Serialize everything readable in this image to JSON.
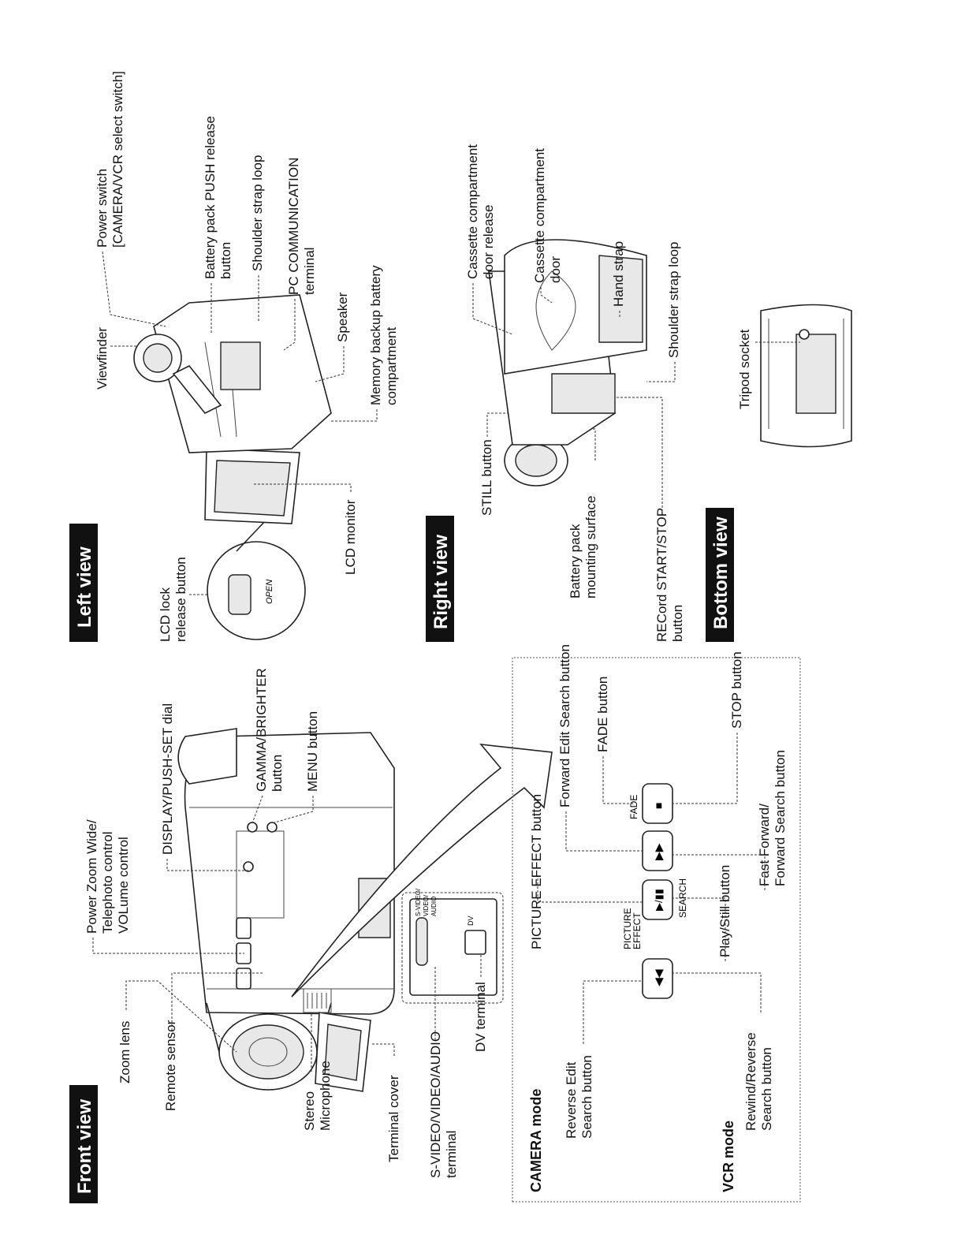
{
  "sections": {
    "front_view": "Front view",
    "left_view": "Left view",
    "right_view": "Right view",
    "bottom_view": "Bottom view"
  },
  "front": {
    "zoom_lens": "Zoom lens",
    "remote_sensor": "Remote sensor",
    "stereo_microphone": [
      "Stereo",
      "Microphone"
    ],
    "terminal_cover": "Terminal cover",
    "s_video_terminal": [
      "S-VIDEO/VIDEO/AUDIO",
      "terminal"
    ],
    "dv_terminal": "DV terminal",
    "power_zoom": [
      "Power Zoom Wide/",
      "Telephoto control",
      "VOLume control"
    ],
    "display_dial": "DISPLAY/PUSH-SET dial",
    "gamma_button": [
      "GAMMA/BRIGHTER",
      "button"
    ],
    "menu_button": "MENU button",
    "jack_labels": [
      "S-VIDEO/",
      "VIDEO/",
      "AUDIO"
    ],
    "jack_dv": "DV"
  },
  "controls": {
    "camera_mode": "CAMERA mode",
    "vcr_mode": "VCR mode",
    "reverse_edit": [
      "Reverse Edit",
      "Search button"
    ],
    "rewind_reverse": [
      "Rewind/Reverse",
      "Search button"
    ],
    "picture_effect": "PICTURE EFFECT button",
    "play_still": "Play/Still button",
    "forward_edit": "Forward Edit Search button",
    "fast_forward": [
      "Fast Forward/",
      "Forward Search button"
    ],
    "fade": "FADE button",
    "stop": "STOP button",
    "panel_picture_effect": [
      "PICTURE",
      "EFFECT"
    ],
    "panel_search": "SEARCH",
    "panel_fade": "FADE"
  },
  "left": {
    "lcd_lock": [
      "LCD lock",
      "release button"
    ],
    "open_text": "OPEN",
    "lcd_monitor": "LCD monitor",
    "viewfinder": "Viewfinder",
    "power_switch": [
      "Power switch",
      "[CAMERA/VCR select switch]"
    ],
    "battery_release": [
      "Battery pack PUSH release",
      "button"
    ],
    "shoulder_strap": "Shoulder strap loop",
    "pc_terminal": [
      "PC COMMUNICATION",
      "terminal"
    ],
    "speaker": "Speaker",
    "memory_battery": [
      "Memory backup battery",
      "compartment"
    ]
  },
  "right": {
    "still_button": "STILL button",
    "battery_surface": [
      "Battery pack",
      "mounting surface"
    ],
    "record_button": [
      "RECord START/STOP",
      "button"
    ],
    "cassette_release": [
      "Cassette compartment",
      "door release"
    ],
    "cassette_door": [
      "Cassette compartment",
      "door"
    ],
    "hand_strap": "Hand strap",
    "shoulder_strap": "Shoulder strap loop"
  },
  "bottom": {
    "tripod_socket": "Tripod socket"
  }
}
